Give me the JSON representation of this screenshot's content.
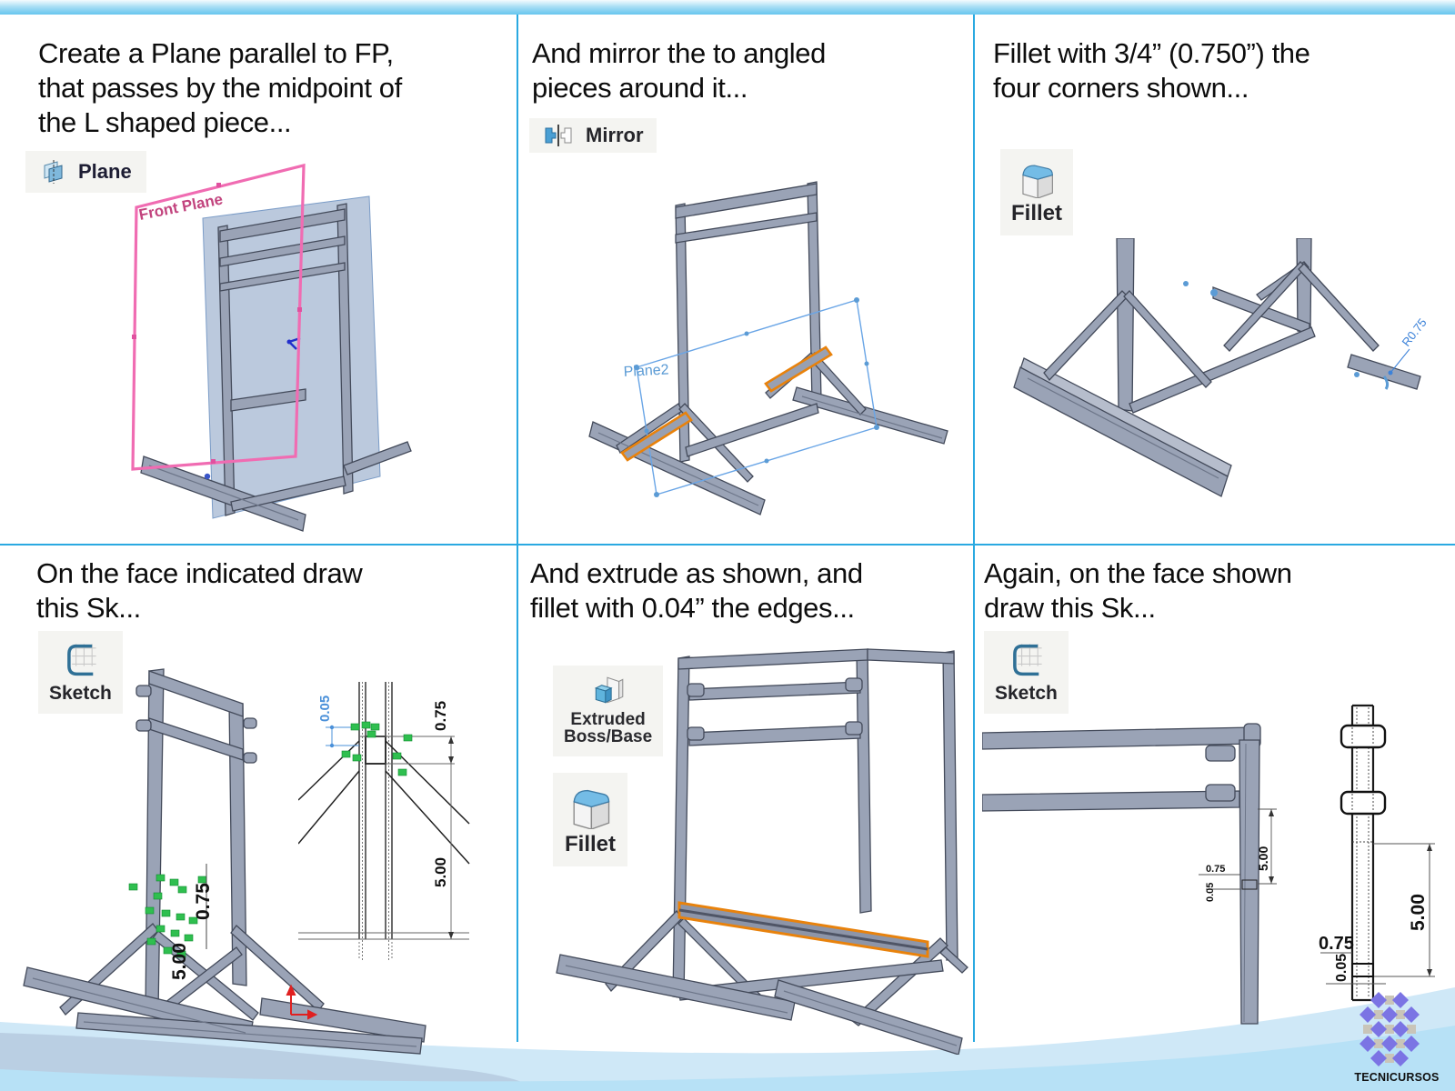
{
  "slide": {
    "logo_text": "TECNICURSOS"
  },
  "panels": [
    {
      "title_lines": [
        "Create a Plane parallel to FP,",
        "that passes by the midpoint of",
        "the L shaped piece..."
      ],
      "tool": "Plane",
      "figure": {
        "plane_label": "Front Plane"
      }
    },
    {
      "title_lines": [
        "And mirror the to angled",
        "pieces around it..."
      ],
      "tool": "Mirror",
      "figure": {
        "plane_label": "Plane2"
      }
    },
    {
      "title_lines": [
        "Fillet with 3/4” (0.750”) the",
        "four corners shown..."
      ],
      "tool": "Fillet",
      "figure": {
        "radius_label": "R0.75"
      }
    },
    {
      "title_lines": [
        "On the face indicated draw",
        "this Sk..."
      ],
      "tool": "Sketch",
      "figure": {
        "model_width": "0.75",
        "model_height": "5.00",
        "sketch_offset": "0.05",
        "sketch_width": "0.75",
        "sketch_height": "5.00"
      }
    },
    {
      "title_lines": [
        "And extrude as shown, and",
        "fillet with 0.04” the edges..."
      ],
      "tools": [
        {
          "line1": "Extruded",
          "line2": "Boss/Base"
        },
        {
          "line1": "Fillet"
        }
      ]
    },
    {
      "title_lines": [
        "Again, on the face shown",
        "draw this Sk..."
      ],
      "tool": "Sketch",
      "figure": {
        "model_height": "5.00",
        "model_width": "0.75",
        "model_offset": "0.05",
        "sketch_height": "5.00",
        "sketch_width": "0.75",
        "sketch_offset": "0.05"
      }
    }
  ]
}
